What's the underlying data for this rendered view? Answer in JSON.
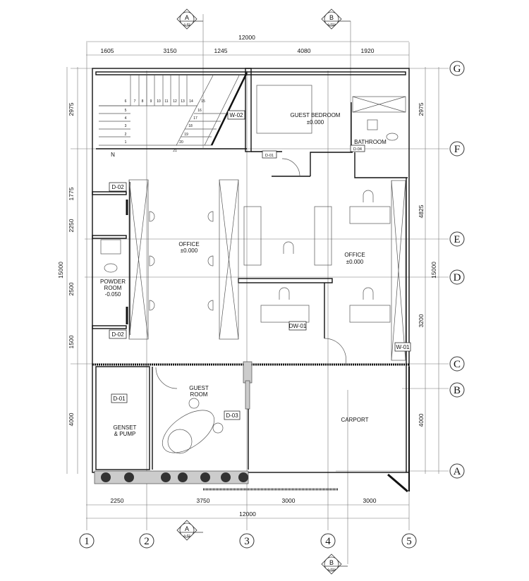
{
  "dimensions": {
    "top_total": "12000",
    "top": [
      "1605",
      "3150",
      "1245",
      "4080",
      "1920"
    ],
    "left_total": "15000",
    "left": [
      "2975",
      "1775",
      "2250",
      "2500",
      "1500",
      "4000"
    ],
    "right_total": "15000",
    "right": [
      "2975",
      "4825",
      "3200",
      "4000"
    ],
    "bottom_total": "12000",
    "bottom": [
      "2250",
      "3750",
      "3000",
      "3000"
    ]
  },
  "grid_columns": [
    "1",
    "2",
    "3",
    "4",
    "5"
  ],
  "grid_rows": [
    "G",
    "F",
    "E",
    "D",
    "C",
    "B",
    "A"
  ],
  "section_markers": [
    {
      "letter": "A",
      "sheet": "A-02"
    },
    {
      "letter": "B",
      "sheet": "A-02a"
    }
  ],
  "rooms": {
    "guest_bedroom": {
      "name": "GUEST BEDROOM",
      "level": "±0.000"
    },
    "bathroom": {
      "name": "BATHROOM"
    },
    "office_left": {
      "name": "OFFICE",
      "level": "±0.000"
    },
    "office_right": {
      "name": "OFFICE",
      "level": "±0.000"
    },
    "powder_room": {
      "name1": "POWDER",
      "name2": "ROOM",
      "level": "-0.050"
    },
    "guest_room": {
      "name1": "GUEST",
      "name2": "ROOM"
    },
    "genset": {
      "name1": "GENSET",
      "name2": "& PUMP"
    },
    "carport": {
      "name": "CARPORT"
    }
  },
  "tags": {
    "w02": "W-02",
    "d02_top": "D-02",
    "d02_bottom": "D-02",
    "dw01": "DW-01",
    "w01": "W-01",
    "d01": "D-01",
    "d03": "D-03",
    "d04": "D-04",
    "d01_bed": "D-01"
  },
  "stair": {
    "north": "N",
    "steps": [
      "1",
      "2",
      "3",
      "4",
      "5",
      "6",
      "7",
      "8",
      "9",
      "10",
      "11",
      "12",
      "13",
      "14",
      "15",
      "16",
      "17",
      "18",
      "19",
      "20",
      "21"
    ]
  }
}
